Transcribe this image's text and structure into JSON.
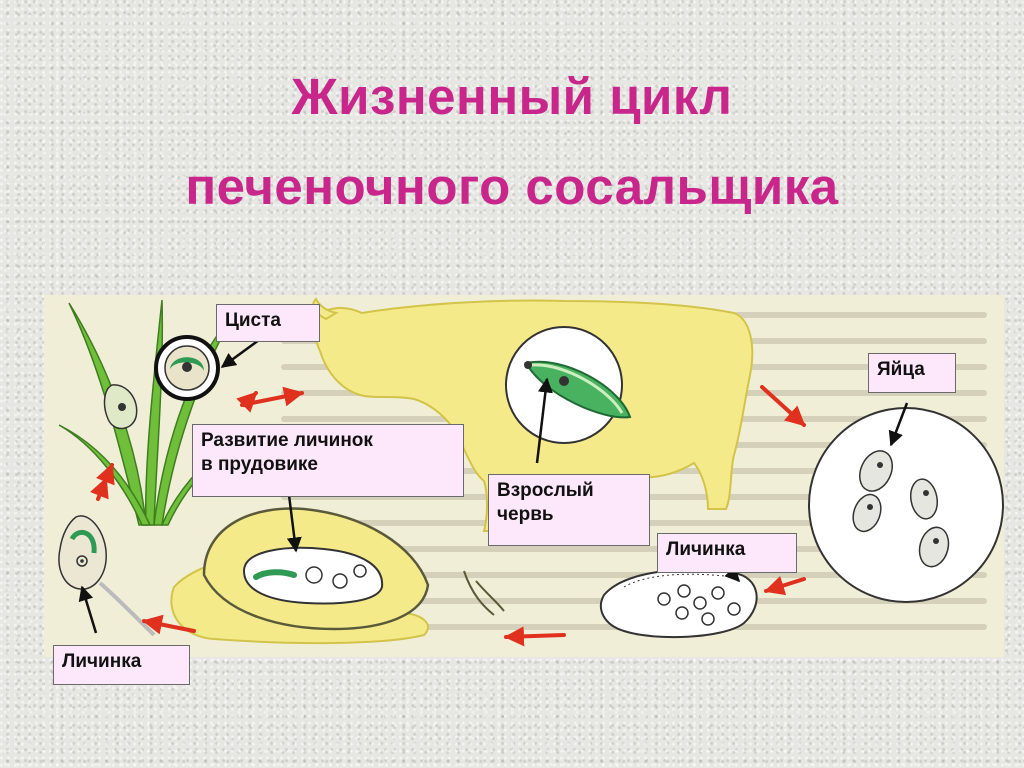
{
  "slide": {
    "title_line1": "Жизненный цикл",
    "title_line2": "печеночного сосальщика"
  },
  "labels": {
    "cyst": "Циста",
    "larvae_development_line1": "Развитие личинок",
    "larvae_development_line2": "в прудовике",
    "adult_worm_line1": "Взрослый",
    "adult_worm_line2": "червь",
    "eggs": "Яйца",
    "larva_right": "Личинка",
    "larva_left": "Личинка"
  },
  "colors": {
    "title": "#c8268a",
    "label_background": "#fde7fb",
    "host_fill": "#f4ea8a",
    "grass": "#6fbf3a",
    "arrow": "#e0301e"
  }
}
